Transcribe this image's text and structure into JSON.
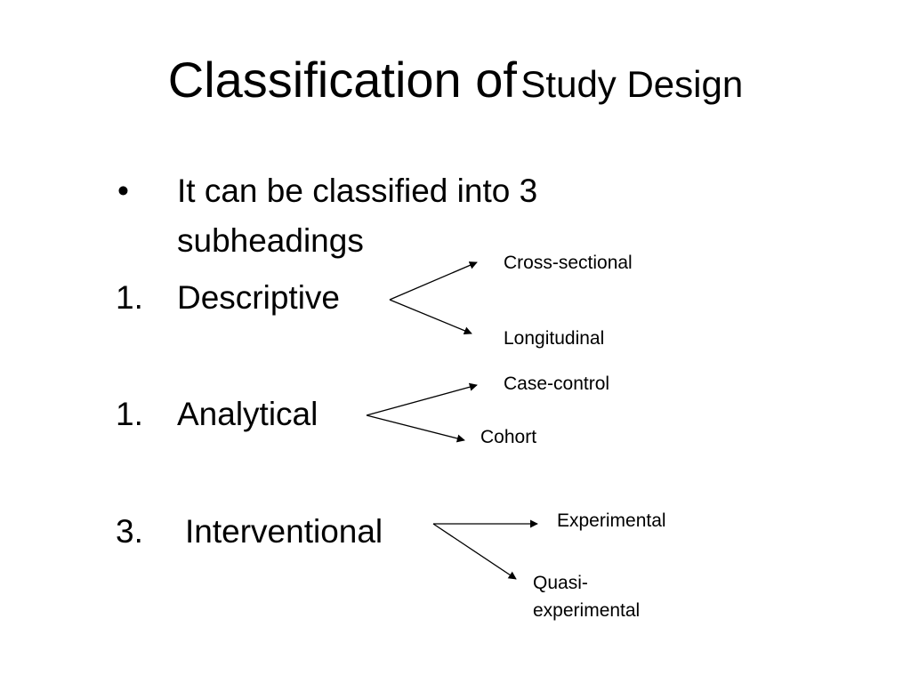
{
  "slide": {
    "title_main": "Classification of",
    "title_sub": "Study Design",
    "bullet": {
      "marker": "•",
      "line1": "It can be classified into 3",
      "line2": "subheadings"
    },
    "categories": [
      {
        "marker": "1.",
        "label": "Descriptive",
        "branches": [
          "Cross-sectional",
          "Longitudinal"
        ]
      },
      {
        "marker": "1.",
        "label": "Analytical",
        "branches": [
          "Case-control",
          "Cohort"
        ]
      },
      {
        "marker": "3.",
        "label": "Interventional",
        "branches": [
          "Experimental",
          "Quasi-",
          "experimental"
        ]
      }
    ]
  }
}
